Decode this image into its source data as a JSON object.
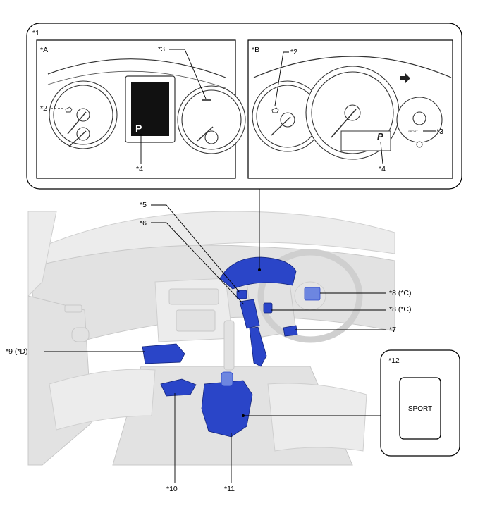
{
  "main_box": {
    "label": "*1"
  },
  "view_a": {
    "label": "*A",
    "callouts": {
      "c2": "*2",
      "c3": "*3",
      "c4": "*4"
    },
    "display_gear": "P"
  },
  "view_b": {
    "label": "*B",
    "callouts": {
      "c2": "*2",
      "c3": "*3",
      "c4": "*4"
    },
    "display_gear": "P",
    "sport_indicator": "SPORT"
  },
  "callouts": {
    "c5": "*5",
    "c6": "*6",
    "c7": "*7",
    "c8a": "*8 (*C)",
    "c8b": "*8 (*C)",
    "c9": "*9 (*D)",
    "c10": "*10",
    "c11": "*11"
  },
  "inset12": {
    "label": "*12",
    "switch_text": "SPORT"
  },
  "colors": {
    "part_blue": "#2a45c8",
    "ghost_grey": "#e6e6e6",
    "line": "#000000"
  }
}
